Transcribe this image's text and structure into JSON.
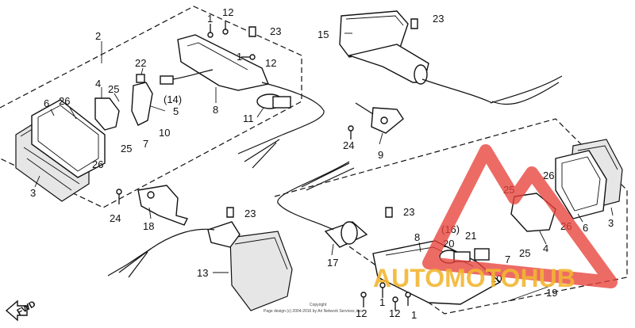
{
  "labels": [
    {
      "text": "1"
    },
    {
      "text": "12"
    },
    {
      "text": "23"
    },
    {
      "text": "2"
    },
    {
      "text": "23"
    },
    {
      "text": "15"
    },
    {
      "text": "1"
    },
    {
      "text": "12"
    },
    {
      "text": "22"
    },
    {
      "text": "4"
    },
    {
      "text": "25"
    },
    {
      "text": "6"
    },
    {
      "text": "26"
    },
    {
      "text": "(14)"
    },
    {
      "text": "5"
    },
    {
      "text": "8"
    },
    {
      "text": "7"
    },
    {
      "text": "25"
    },
    {
      "text": "10"
    },
    {
      "text": "11"
    },
    {
      "text": "26"
    },
    {
      "text": "3"
    },
    {
      "text": "24"
    },
    {
      "text": "9"
    },
    {
      "text": "24"
    },
    {
      "text": "23"
    },
    {
      "text": "18"
    },
    {
      "text": "23"
    },
    {
      "text": "26"
    },
    {
      "text": "25"
    },
    {
      "text": "3"
    },
    {
      "text": "26"
    },
    {
      "text": "6"
    },
    {
      "text": "(16)"
    },
    {
      "text": "8"
    },
    {
      "text": "20"
    },
    {
      "text": "21"
    },
    {
      "text": "7"
    },
    {
      "text": "25"
    },
    {
      "text": "4"
    },
    {
      "text": "17"
    },
    {
      "text": "13"
    },
    {
      "text": "10"
    },
    {
      "text": "19"
    },
    {
      "text": "1"
    },
    {
      "text": "1"
    },
    {
      "text": "12"
    },
    {
      "text": "12"
    }
  ],
  "fwd_label": "FWD",
  "copyright": "Copyright",
  "copyright_line2": "Page design (c) 2004-2016 by Ari Network Services, Inc.",
  "watermark": {
    "text": "AUTOMOTOHUB",
    "color_red": "#e8413a",
    "color_gold": "#f2b632",
    "color_gray": "#555555"
  }
}
